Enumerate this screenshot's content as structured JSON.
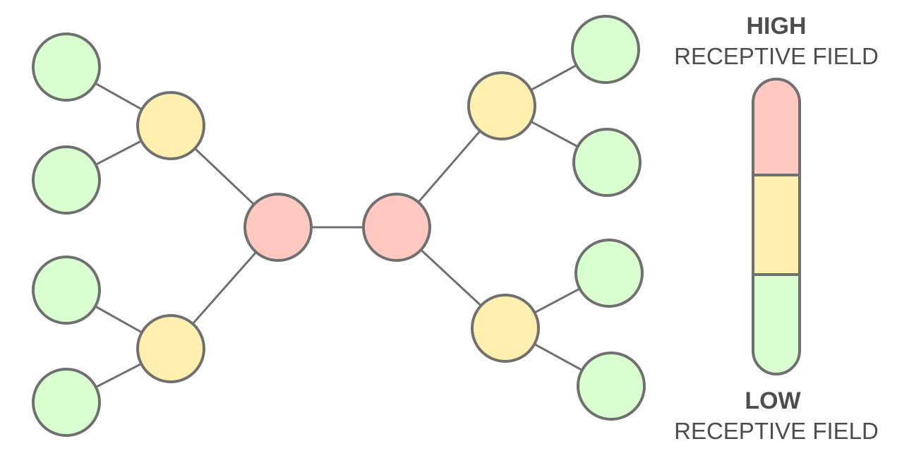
{
  "colors": {
    "high": "#ffc9c2",
    "mid": "#fff0b0",
    "low": "#d9ffd1",
    "stroke": "#707070",
    "text": "#4d4d4d"
  },
  "diagram": {
    "nodes": [
      {
        "id": "g1",
        "level": "low"
      },
      {
        "id": "g2",
        "level": "low"
      },
      {
        "id": "g3",
        "level": "low"
      },
      {
        "id": "g4",
        "level": "low"
      },
      {
        "id": "y1",
        "level": "mid"
      },
      {
        "id": "y2",
        "level": "mid"
      },
      {
        "id": "r1",
        "level": "high"
      },
      {
        "id": "r2",
        "level": "high"
      },
      {
        "id": "y3",
        "level": "mid"
      },
      {
        "id": "y4",
        "level": "mid"
      },
      {
        "id": "g5",
        "level": "low"
      },
      {
        "id": "g6",
        "level": "low"
      },
      {
        "id": "g7",
        "level": "low"
      },
      {
        "id": "g8",
        "level": "low"
      }
    ],
    "edges": [
      [
        "g1",
        "y1"
      ],
      [
        "g2",
        "y1"
      ],
      [
        "g3",
        "y2"
      ],
      [
        "g4",
        "y2"
      ],
      [
        "y1",
        "r1"
      ],
      [
        "y2",
        "r1"
      ],
      [
        "r1",
        "r2"
      ],
      [
        "r2",
        "y3"
      ],
      [
        "r2",
        "y4"
      ],
      [
        "y3",
        "g5"
      ],
      [
        "y3",
        "g6"
      ],
      [
        "y4",
        "g7"
      ],
      [
        "y4",
        "g8"
      ]
    ]
  },
  "legend": {
    "high_label": "HIGH",
    "high_sub": "RECEPTIVE FIELD",
    "low_label": "LOW",
    "low_sub": "RECEPTIVE FIELD",
    "segments": [
      "high",
      "mid",
      "low"
    ]
  }
}
